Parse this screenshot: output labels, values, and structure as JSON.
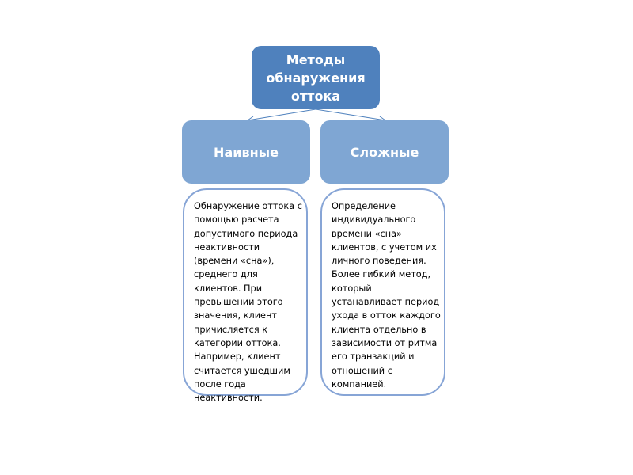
{
  "root": {
    "title_lines": [
      "Методы",
      "обнаружения",
      "оттока"
    ]
  },
  "children": [
    {
      "label": "Наивные",
      "description_lines": [
        "Обнаружение оттока с",
        "помощью расчета",
        "допустимого периода",
        "неактивности",
        "(времени «сна»),",
        "среднего для",
        "клиентов. При",
        "превышении этого",
        "значения, клиент",
        "причисляется к",
        "категории оттока.",
        "Например, клиент",
        "считается ушедшим",
        "после года",
        "неактивности."
      ]
    },
    {
      "label": "Сложные",
      "description_lines": [
        "Определение",
        "индивидуального",
        "времени «сна»",
        "клиентов, с учетом их",
        "личного поведения.",
        "Более гибкий метод,",
        "который",
        "устанавливает период",
        "ухода в отток каждого",
        "клиента отдельно в",
        "зависимости от ритма",
        "его транзакций и",
        "отношений с",
        "компанией."
      ]
    }
  ],
  "colors": {
    "root": "#4f81bd",
    "child": "#7fa6d3",
    "border": "#87a5d6",
    "connector": "#4f81bd"
  }
}
